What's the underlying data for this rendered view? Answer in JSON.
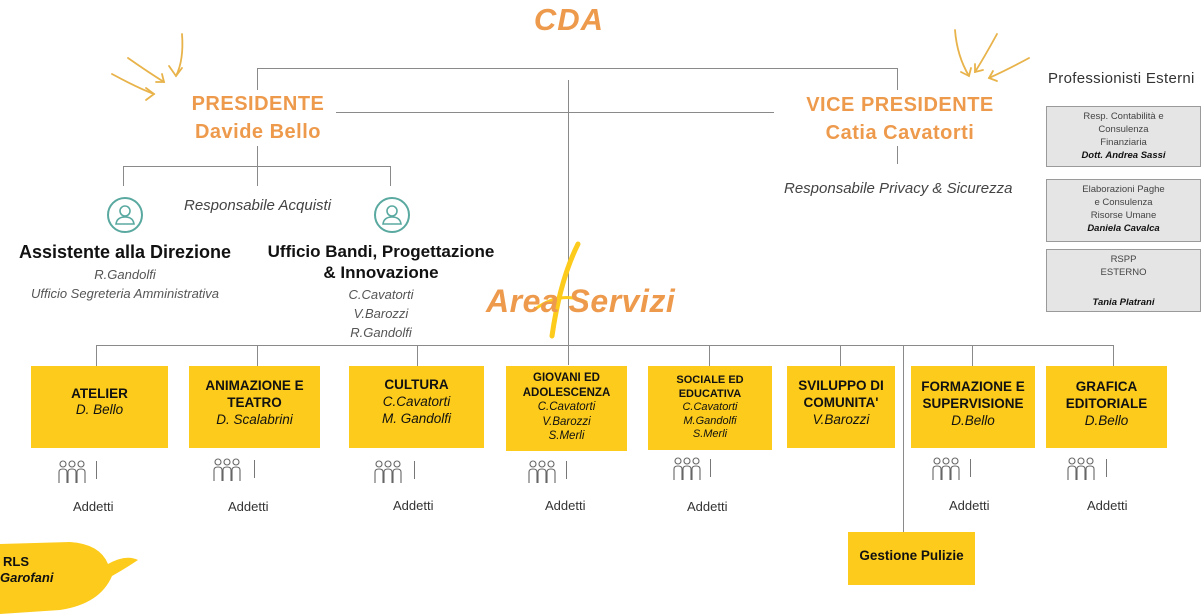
{
  "cda": "CDA",
  "presidente": {
    "role": "PRESIDENTE",
    "name": "Davide Bello"
  },
  "vice_presidente": {
    "role": "VICE PRESIDENTE",
    "name": "Catia Cavatorti"
  },
  "responsabile_acquisti": "Responsabile  Acquisti",
  "responsabile_privacy": "Responsabile Privacy & Sicurezza",
  "assistente": {
    "title": "Assistente alla Direzione",
    "names": [
      "R.Gandolfi",
      "Ufficio Segreteria Amministrativa"
    ]
  },
  "ufficio_bandi": {
    "title_lines": [
      "Ufficio Bandi, Progettazione",
      "& Innovazione"
    ],
    "names": [
      "C.Cavatorti",
      "V.Barozzi",
      "R.Gandolfi"
    ]
  },
  "area_servizi": "Area Servizi",
  "professionisti": {
    "title": "Professionisti Esterni",
    "items": [
      {
        "lines": [
          "Resp. Contabilità e",
          "Consulenza",
          "Finanziaria"
        ],
        "name": "Dott. Andrea Sassi"
      },
      {
        "lines": [
          "Elaborazioni Paghe",
          "e Consulenza",
          "Risorse Umane"
        ],
        "name": "Daniela Cavalca"
      },
      {
        "lines": [
          "RSPP",
          "ESTERNO",
          ""
        ],
        "name": "Tania Platrani"
      }
    ]
  },
  "services": [
    {
      "title_lines": [
        "ATELIER"
      ],
      "names": [
        "D. Bello"
      ],
      "staff": "Addetti"
    },
    {
      "title_lines": [
        "ANIMAZIONE E",
        "TEATRO"
      ],
      "names": [
        "D. Scalabrini"
      ],
      "staff": "Addetti"
    },
    {
      "title_lines": [
        "CULTURA"
      ],
      "names": [
        "C.Cavatorti",
        "M. Gandolfi"
      ],
      "staff": "Addetti"
    },
    {
      "title_lines": [
        "GIOVANI ED",
        "ADOLESCENZA"
      ],
      "names": [
        "C.Cavatorti",
        "V.Barozzi",
        "S.Merli"
      ],
      "staff": "Addetti"
    },
    {
      "title_lines": [
        "SOCIALE ED",
        "EDUCATIVA"
      ],
      "names": [
        "C.Cavatorti",
        "M.Gandolfi",
        "S.Merli"
      ],
      "staff": "Addetti"
    },
    {
      "title_lines": [
        "SVILUPPO DI",
        "COMUNITA'"
      ],
      "names": [
        "V.Barozzi"
      ],
      "staff": ""
    },
    {
      "title_lines": [
        "FORMAZIONE E",
        "SUPERVISIONE"
      ],
      "names": [
        "D.Bello"
      ],
      "staff": "Addetti"
    },
    {
      "title_lines": [
        "GRAFICA",
        "EDITORIALE"
      ],
      "names": [
        "D.Bello"
      ],
      "staff": "Addetti"
    }
  ],
  "gestione_pulizie": "Gestione Pulizie",
  "rls": {
    "label": "RLS",
    "name": "Garofani"
  },
  "colors": {
    "accent": "#ee9a4c",
    "box": "#fccb1b",
    "icon": "#5aa9a0"
  }
}
